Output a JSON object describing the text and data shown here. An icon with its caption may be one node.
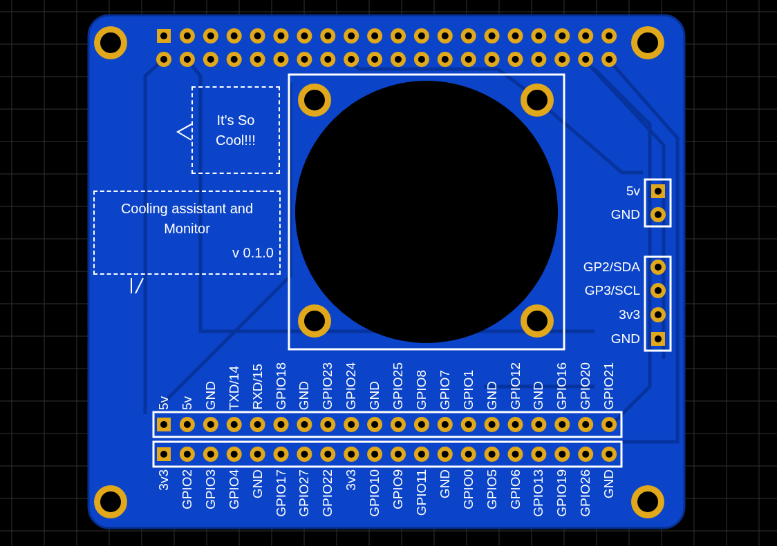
{
  "diagram": {
    "nodes": [
      {
        "text": [
          "It's So Cool!!!"
        ]
      },
      {
        "text": [
          "Cooling assistant and Monitor",
          "v 0.1.0"
        ]
      }
    ],
    "edges": [],
    "labels": [
      "5v",
      "5v",
      "GND",
      "TXD/14",
      "RXD/15",
      "GPIO18",
      "GND",
      "GPIO23",
      "GPIO24",
      "GND",
      "GPIO25",
      "GPIO8",
      "GPIO7",
      "GPIO1",
      "GND",
      "GPIO12",
      "GND",
      "GPIO16",
      "GPIO20",
      "GPIO21",
      "3v3",
      "GPIO2",
      "GPIO3",
      "GPIO4",
      "GND",
      "GPIO17",
      "GPIO27",
      "GPIO22",
      "3v3",
      "GPIO10",
      "GPIO9",
      "GPIO11",
      "GND",
      "GPIO0",
      "GPIO5",
      "GPIO6",
      "GPIO13",
      "GPIO19",
      "GPIO26",
      "GND",
      "5v",
      "GND",
      "GP2/SDA",
      "GP3/SCL",
      "3v3",
      "GND"
    ]
  }
}
